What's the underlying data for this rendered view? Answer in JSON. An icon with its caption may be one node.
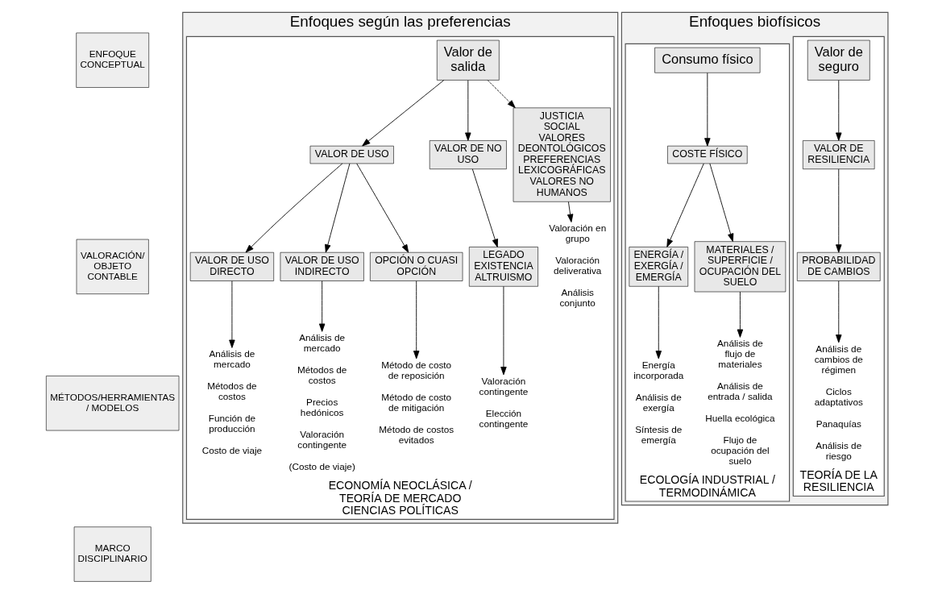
{
  "diagram": {
    "nodes": [
      {
        "text": [
          "ENFOQUE CONCEPTUAL"
        ]
      },
      {
        "text": [
          "VALORACIÓN/ OBJETO CONTABLE"
        ]
      },
      {
        "text": [
          "MÉTODOS/HERRAMIENTAS / MODELOS"
        ]
      },
      {
        "text": [
          "MARCO DISCIPLINARIO"
        ]
      },
      {
        "text": [
          "Enfoques según las preferencias"
        ]
      },
      {
        "text": [
          "ECONOMÍA NEOCLÁSICA / TEORÍA DE MERCADO",
          "CIENCIAS POLÍTICAS"
        ],
        "in": 4
      },
      {
        "text": [
          "Valor de salida"
        ],
        "in": 5
      },
      {
        "text": [
          "VALOR DE USO"
        ],
        "in": 5
      },
      {
        "text": [
          "VALOR DE NO USO"
        ],
        "in": 5
      },
      {
        "text": [
          "JUSTICIA SOCIAL",
          "VALORES DEONTOLÓGICOS",
          "PREFERENCIAS LEXICOGRÁFICAS",
          "VALORES NO HUMANOS"
        ],
        "in": 5
      },
      {
        "text": [
          "VALOR DE USO DIRECTO"
        ],
        "in": 5
      },
      {
        "text": [
          "VALOR DE USO INDIRECTO"
        ],
        "in": 5
      },
      {
        "text": [
          "OPCIÓN O CUASI OPCIÓN"
        ],
        "in": 5
      },
      {
        "text": [
          "LEGADO EXISTENCIA ALTRUISMO"
        ],
        "in": 5
      },
      {
        "text": [
          "Análisis de mercado",
          "Métodos de costos",
          "Función de producción",
          "Costo de viaje"
        ],
        "in": 5
      },
      {
        "text": [
          "Análisis de mercado",
          "Métodos de costos",
          "Precios hedónicos",
          "Valoración contingente",
          "(Costo de viaje)"
        ],
        "in": 5
      },
      {
        "text": [
          "Método de costo de reposición",
          "Método de costo de mitigación",
          "Método de costos evitados"
        ],
        "in": 5
      },
      {
        "text": [
          "Valoración contingente",
          "Elección contingente"
        ],
        "in": 5
      },
      {
        "text": [
          "Valoración en grupo",
          "Valoración deliverativa",
          "Análisis conjunto"
        ],
        "in": 5
      },
      {
        "text": [
          "Enfoques biofísicos"
        ]
      },
      {
        "text": [
          "TEORÍA DE LA RESILIENCIA"
        ],
        "in": 19
      },
      {
        "text": [
          "Valor de seguro"
        ],
        "in": 20
      },
      {
        "text": [
          "VALOR DE RESILIENCIA"
        ],
        "in": 20
      },
      {
        "text": [
          "PROBABILIDAD DE CAMBIOS"
        ],
        "in": 20
      },
      {
        "text": [
          "Análisis de cambios de régimen",
          "Ciclos adaptativos",
          "Panaquías",
          "Análisis de riesgo"
        ],
        "in": 20
      },
      {
        "text": [
          "ECOLOGÍA INDUSTRIAL / TERMODINÁMICA"
        ],
        "in": 19
      },
      {
        "text": [
          "Consumo físico"
        ],
        "in": 25
      },
      {
        "text": [
          "COSTE FÍSICO"
        ],
        "in": 25
      },
      {
        "text": [
          "ENERGÍA / EXERGÍA / EMERGÍA"
        ],
        "in": 25
      },
      {
        "text": [
          "MATERIALES / SUPERFICIE / OCUPACIÓN DEL SUELO"
        ],
        "in": 25
      },
      {
        "text": [
          "Energía incorporada",
          "Análisis de exergía",
          "Síntesis de emergía"
        ],
        "in": 25
      },
      {
        "text": [
          "Análisis de flujo de materiales",
          "Análisis de entrada / salida",
          "Huella ecológica",
          "Flujo de ocupación del suelo"
        ],
        "in": 25
      }
    ],
    "edges": [
      {
        "from": 6,
        "to": 7,
        "arrow": "to"
      },
      {
        "from": 6,
        "to": 8,
        "arrow": "to"
      },
      {
        "from": 6,
        "to": 9,
        "arrow": "to",
        "style": "dashed"
      },
      {
        "from": 7,
        "to": 10,
        "arrow": "to"
      },
      {
        "from": 7,
        "to": 11,
        "arrow": "to"
      },
      {
        "from": 7,
        "to": 12,
        "arrow": "to"
      },
      {
        "from": 8,
        "to": 13,
        "arrow": "to"
      },
      {
        "from": 10,
        "to": 14,
        "arrow": "to"
      },
      {
        "from": 11,
        "to": 15,
        "arrow": "to"
      },
      {
        "from": 12,
        "to": 16,
        "arrow": "to"
      },
      {
        "from": 13,
        "to": 17,
        "arrow": "to"
      },
      {
        "from": 9,
        "to": 18,
        "arrow": "to"
      },
      {
        "from": 21,
        "to": 22,
        "arrow": "to"
      },
      {
        "from": 22,
        "to": 23,
        "arrow": "to"
      },
      {
        "from": 23,
        "to": 24,
        "arrow": "to"
      },
      {
        "from": 26,
        "to": 27,
        "arrow": "to"
      },
      {
        "from": 27,
        "to": 28,
        "arrow": "to"
      },
      {
        "from": 27,
        "to": 29,
        "arrow": "to"
      },
      {
        "from": 28,
        "to": 30,
        "arrow": "to"
      },
      {
        "from": 29,
        "to": 31,
        "arrow": "to"
      }
    ]
  }
}
